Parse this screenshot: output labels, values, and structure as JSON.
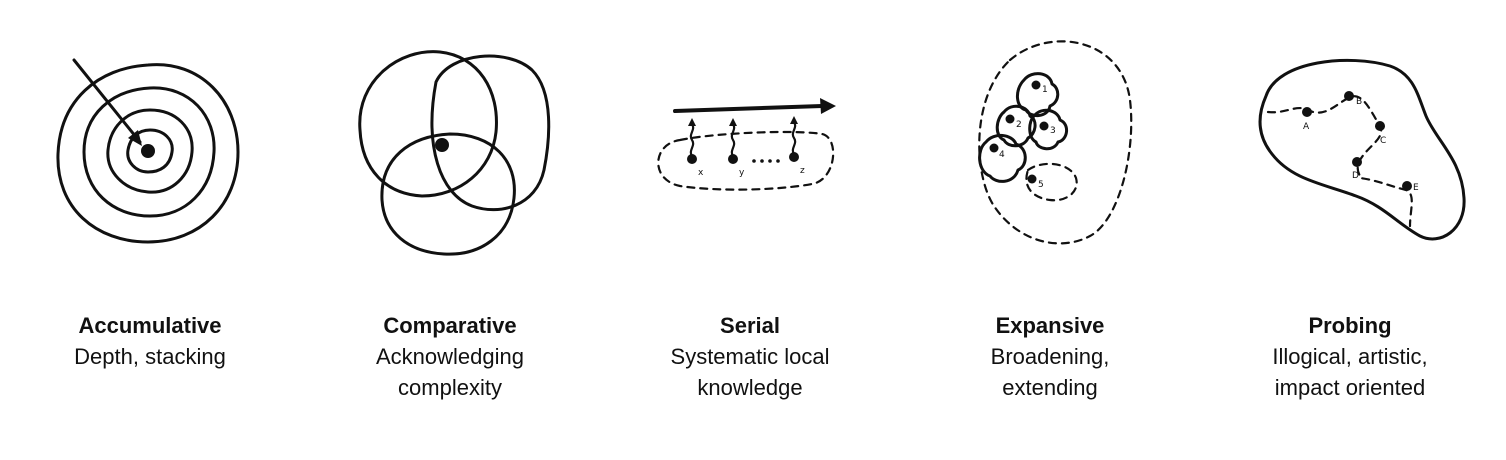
{
  "panels": [
    {
      "title": "Accumulative",
      "description": "Depth, stacking"
    },
    {
      "title": "Comparative",
      "description": "Acknowledging\ncomplexity"
    },
    {
      "title": "Serial",
      "description": "Systematic local\nknowledge"
    },
    {
      "title": "Expansive",
      "description": "Broadening,\nextending"
    },
    {
      "title": "Probing",
      "description": "Illogical, artistic,\nimpact oriented"
    }
  ],
  "sketch_labels": {
    "serial": [
      "x",
      "y",
      "z"
    ],
    "expansive": [
      "1",
      "2",
      "3",
      "4",
      "5"
    ],
    "probing": [
      "A",
      "B",
      "C",
      "D",
      "E"
    ]
  },
  "icons": [
    "concentric-target-icon",
    "venn-overlap-icon",
    "serial-arrow-icon",
    "expansive-cluster-icon",
    "probing-path-icon"
  ]
}
